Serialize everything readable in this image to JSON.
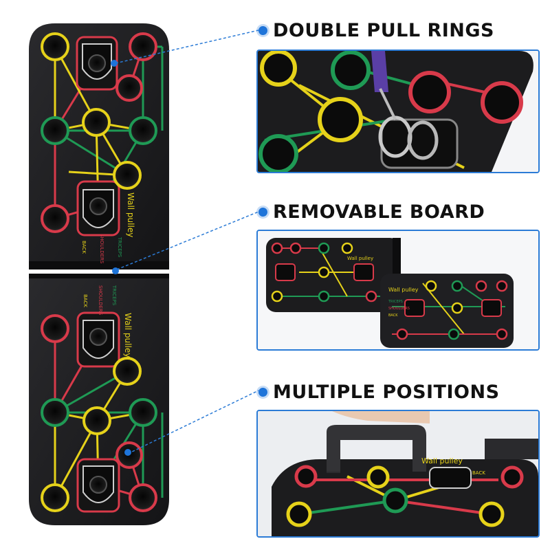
{
  "features": [
    {
      "id": "double-pull-rings",
      "title": "DOUBLE PULL RINGS"
    },
    {
      "id": "removable-board",
      "title": "REMOVABLE BOARD"
    },
    {
      "id": "multiple-positions",
      "title": "MULTIPLE POSITIONS"
    }
  ],
  "board_labels": {
    "wall_pulley": "Wall pulley",
    "triceps": "TRICEPS",
    "shoulders": "SHOULDERS",
    "back": "BACK"
  },
  "colors": {
    "accent_blue": "#1e74d9",
    "ring_red": "#d83a4a",
    "ring_yellow": "#e6d21a",
    "ring_green": "#1f9a55",
    "board_black": "#1b1b1d"
  }
}
